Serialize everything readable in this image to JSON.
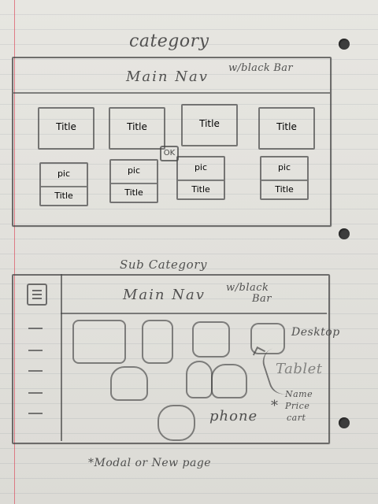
{
  "sketch": {
    "category_title": "category",
    "top": {
      "main_nav": "Main Nav",
      "nav_note": "w/black Bar",
      "title_tiles": [
        "Title",
        "Title",
        "Title",
        "Title"
      ],
      "pic_tiles": [
        {
          "pic": "pic",
          "title": "Title"
        },
        {
          "pic": "pic",
          "title": "Title"
        },
        {
          "pic": "pic",
          "title": "Title"
        },
        {
          "pic": "pic",
          "title": "Title"
        }
      ],
      "ok_label": "OK"
    },
    "subcategory_title": "Sub Category",
    "bottom": {
      "main_nav": "Main Nav",
      "nav_note_1": "w/black",
      "nav_note_2": "Bar",
      "desktop_label": "Desktop",
      "tablet_label": "Tablet",
      "phone_label": "phone",
      "note_mark": "*",
      "details_1": "Name",
      "details_2": "Price",
      "details_3": "cart"
    },
    "footer_note": "*Modal or New page"
  }
}
